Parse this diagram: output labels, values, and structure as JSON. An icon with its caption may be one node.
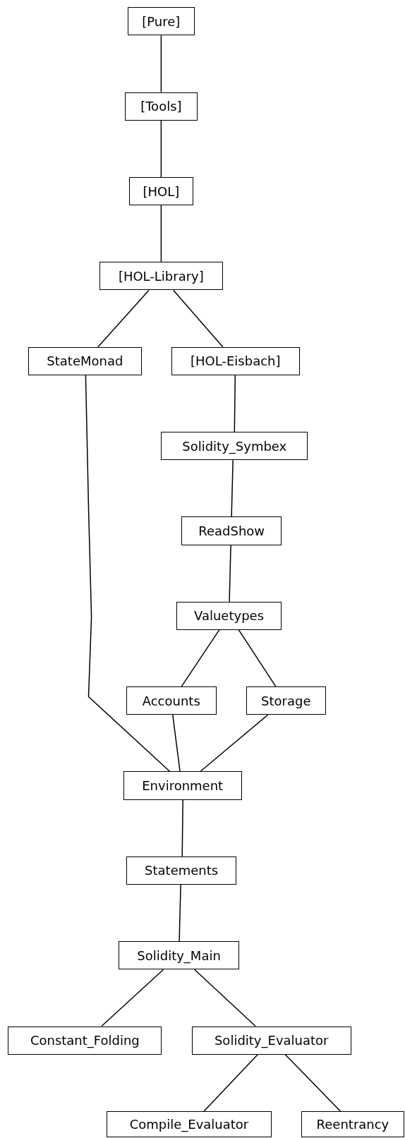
{
  "diagram": {
    "nodes": [
      {
        "text": [
          "[Pure]"
        ]
      },
      {
        "text": [
          "[Tools]"
        ]
      },
      {
        "text": [
          "[HOL]"
        ]
      },
      {
        "text": [
          "[HOL-Library]"
        ]
      },
      {
        "text": [
          "StateMonad"
        ]
      },
      {
        "text": [
          "[HOL-Eisbach]"
        ]
      },
      {
        "text": [
          "Solidity_Symbex"
        ]
      },
      {
        "text": [
          "ReadShow"
        ]
      },
      {
        "text": [
          "Valuetypes"
        ]
      },
      {
        "text": [
          "Accounts"
        ]
      },
      {
        "text": [
          "Storage"
        ]
      },
      {
        "text": [
          "Environment"
        ]
      },
      {
        "text": [
          "Statements"
        ]
      },
      {
        "text": [
          "Solidity_Main"
        ]
      },
      {
        "text": [
          "Constant_Folding"
        ]
      },
      {
        "text": [
          "Solidity_Evaluator"
        ]
      },
      {
        "text": [
          "Compile_Evaluator"
        ]
      },
      {
        "text": [
          "Reentrancy"
        ]
      }
    ],
    "edges": [
      {
        "from": 0,
        "to": 1,
        "arrow": "none"
      },
      {
        "from": 1,
        "to": 2,
        "arrow": "none"
      },
      {
        "from": 2,
        "to": 3,
        "arrow": "none"
      },
      {
        "from": 3,
        "to": 4,
        "arrow": "none"
      },
      {
        "from": 3,
        "to": 5,
        "arrow": "none"
      },
      {
        "from": 5,
        "to": 6,
        "arrow": "none"
      },
      {
        "from": 6,
        "to": 7,
        "arrow": "none"
      },
      {
        "from": 7,
        "to": 8,
        "arrow": "none"
      },
      {
        "from": 8,
        "to": 9,
        "arrow": "none"
      },
      {
        "from": 8,
        "to": 10,
        "arrow": "none"
      },
      {
        "from": 4,
        "to": 11,
        "arrow": "none"
      },
      {
        "from": 9,
        "to": 11,
        "arrow": "none"
      },
      {
        "from": 10,
        "to": 11,
        "arrow": "none"
      },
      {
        "from": 11,
        "to": 12,
        "arrow": "none"
      },
      {
        "from": 12,
        "to": 13,
        "arrow": "none"
      },
      {
        "from": 13,
        "to": 14,
        "arrow": "none"
      },
      {
        "from": 13,
        "to": 15,
        "arrow": "none"
      },
      {
        "from": 15,
        "to": 16,
        "arrow": "none"
      },
      {
        "from": 15,
        "to": 17,
        "arrow": "none"
      }
    ]
  }
}
